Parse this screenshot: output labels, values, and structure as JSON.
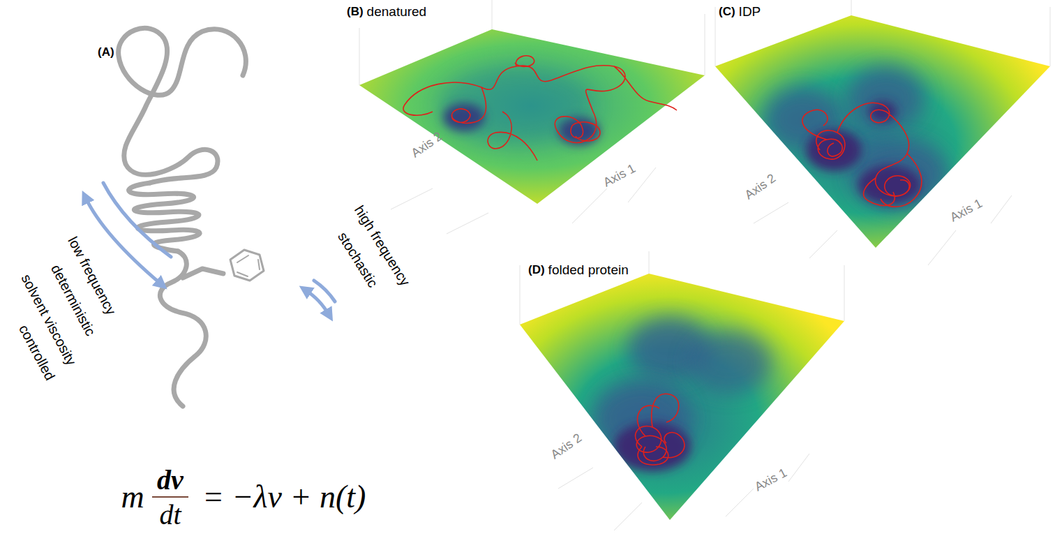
{
  "diagram": {
    "labels": [
      "(A)",
      "(B)",
      "denatured",
      "(C)",
      "IDP",
      "(D)",
      "folded protein",
      "Axis 2",
      "Axis 1",
      "Axis 2",
      "Axis 1",
      "Axis 2",
      "Axis 1",
      "low frequency",
      "deterministic",
      "solvent viscosity",
      "controlled",
      "high frequency",
      "stochastic",
      "m",
      "dv",
      "dt",
      "= −λv + n(t)"
    ]
  }
}
